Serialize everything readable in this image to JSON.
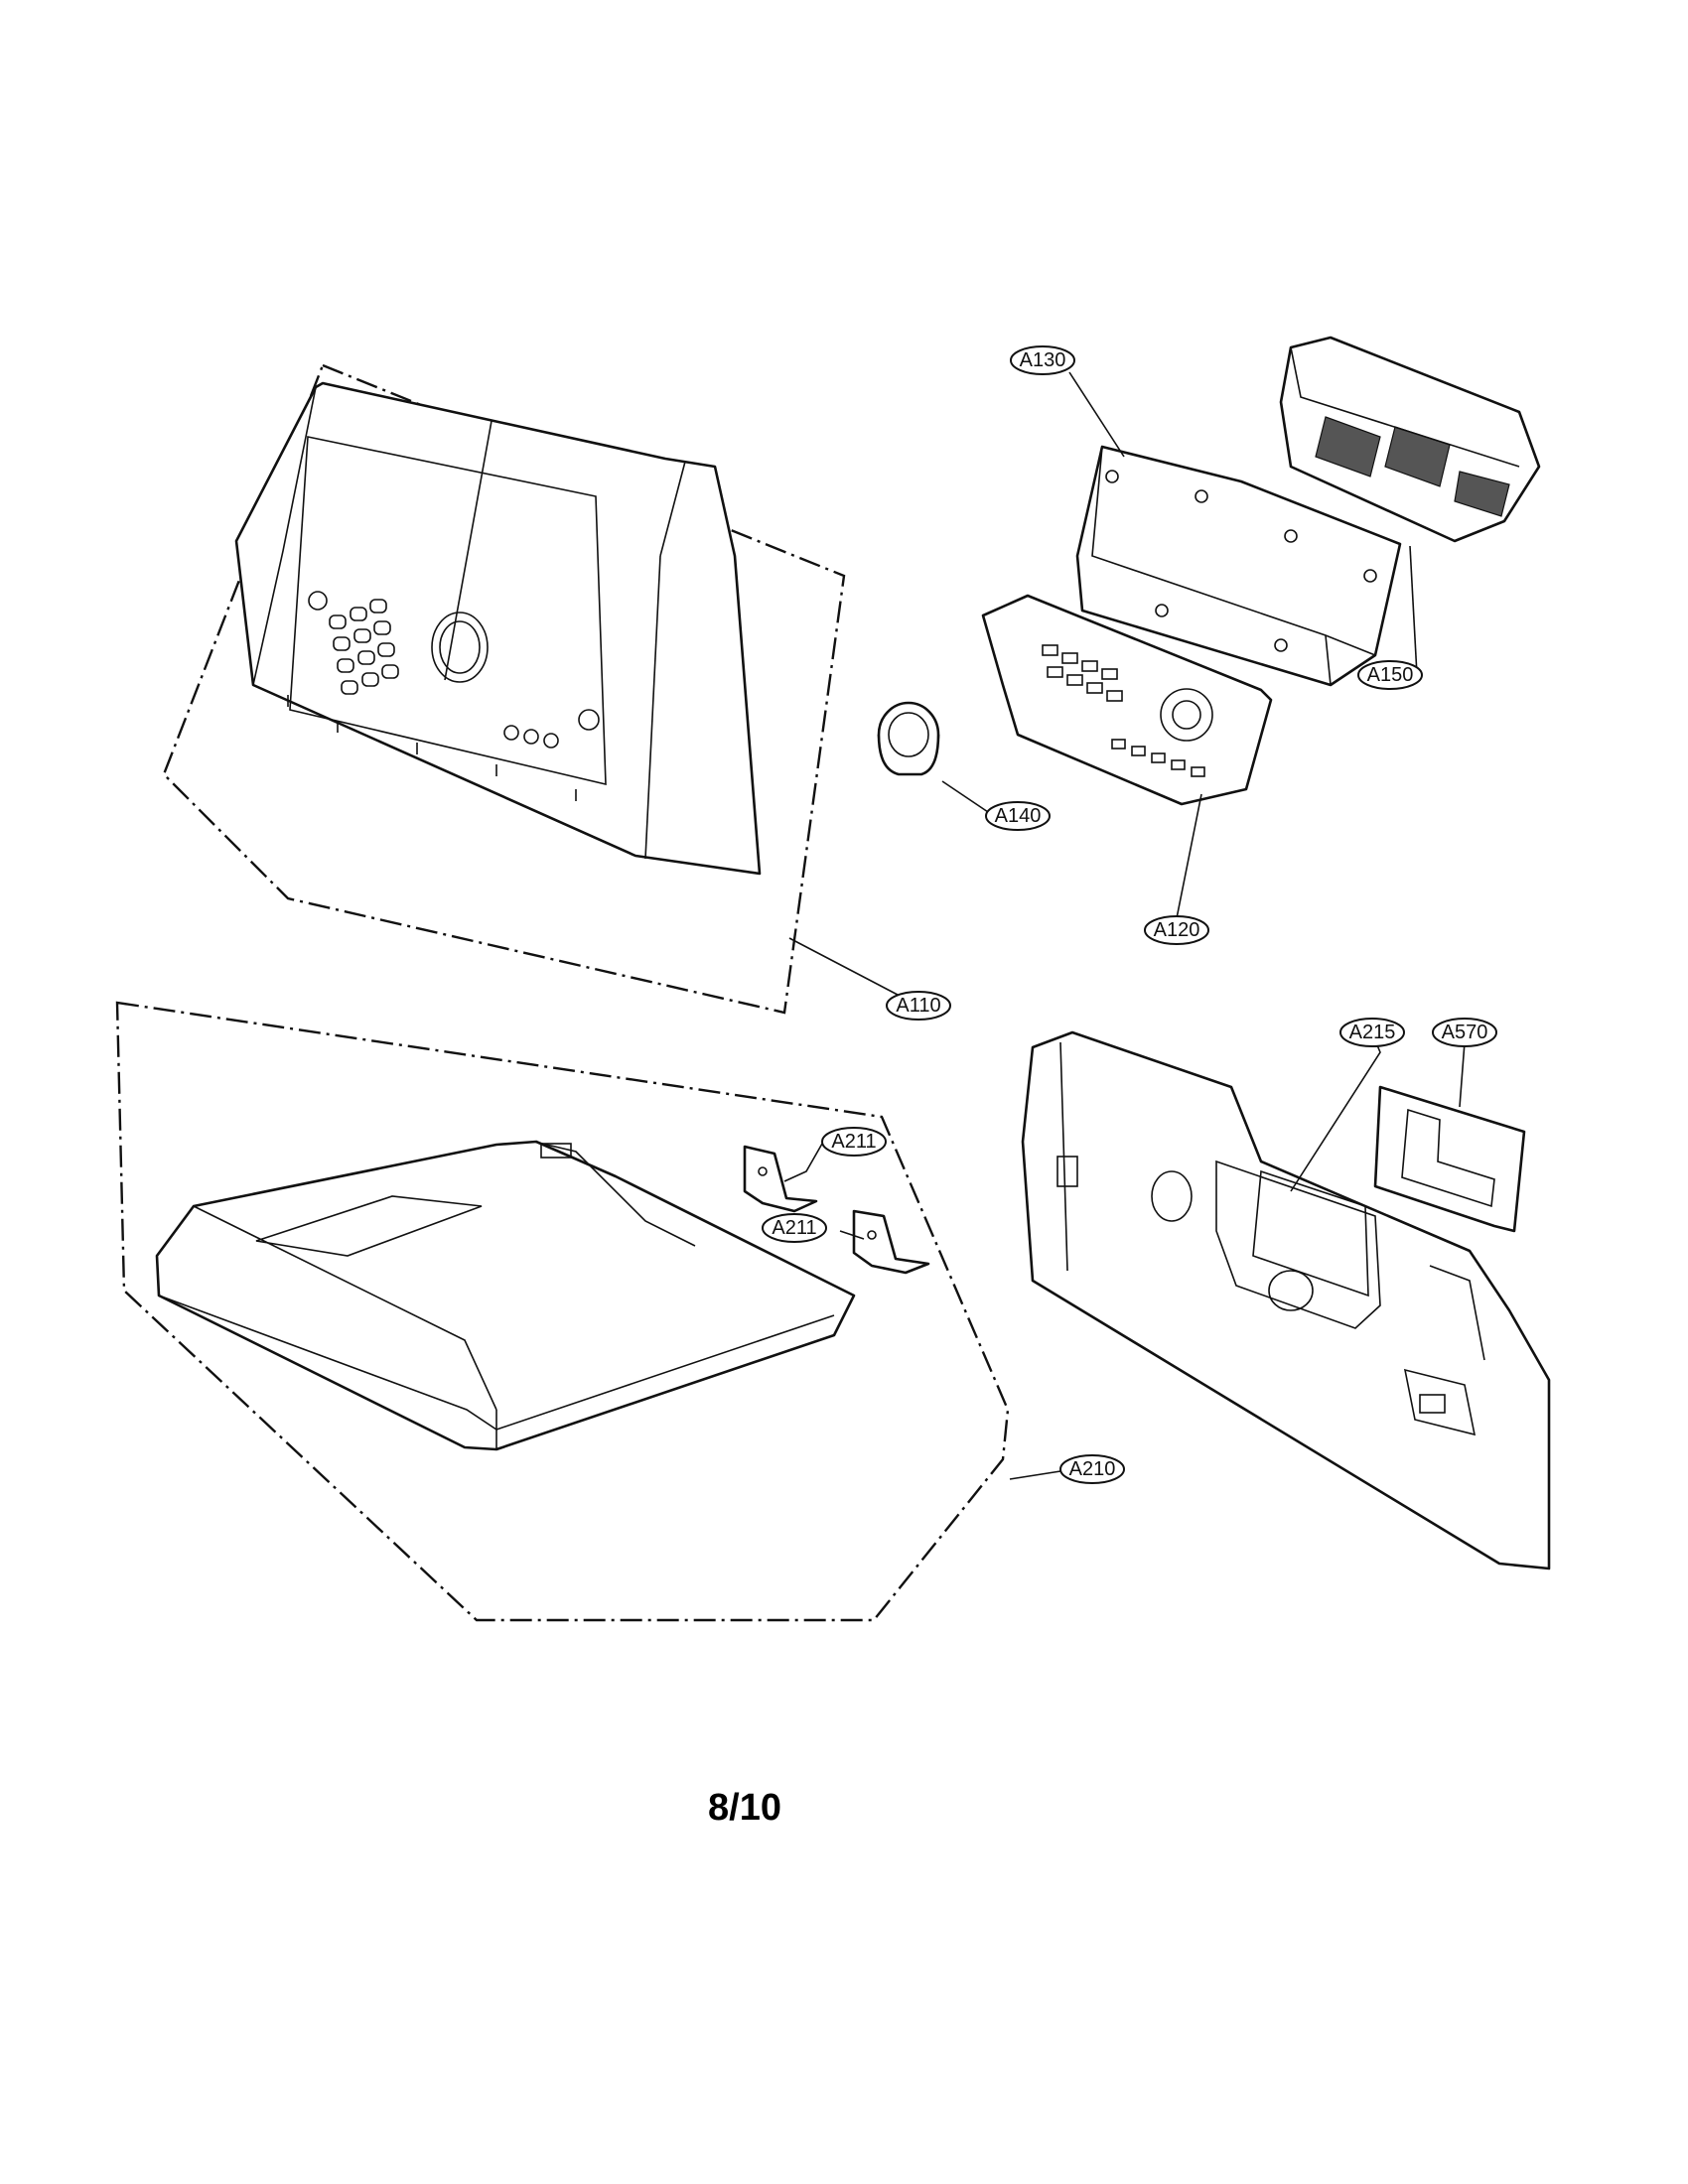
{
  "callouts": {
    "a110": "A110",
    "a120": "A120",
    "a130": "A130",
    "a140": "A140",
    "a150": "A150",
    "a210": "A210",
    "a211_top": "A211",
    "a211_bottom": "A211",
    "a215": "A215",
    "a570": "A570"
  },
  "page_number": "8/10"
}
